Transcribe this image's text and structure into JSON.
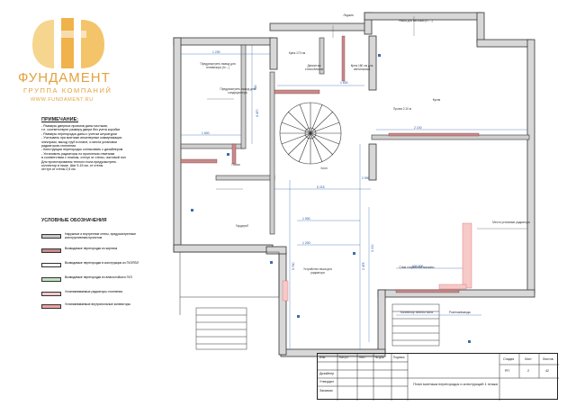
{
  "logo": {
    "name": "ФУНДАМЕНТ",
    "subtitle": "ГРУППА КОМПАНИЙ",
    "site": "WWW.FUNDAMENT.RU",
    "colors": {
      "primary": "#f0a93a",
      "secondary": "#f6cf7c",
      "text": "#e3a23c"
    }
  },
  "notes": {
    "title": "ПРИМЕЧАНИЕ:",
    "lines": [
      "- Размеры дверных проемов даны чистыми,",
      "т.е. соответствуют размеру двери без учета коробки",
      "- Размеры перегородок даны с учетом штукатурки",
      "- Учитывать при монтаже инженерные коммуникации",
      "электрики, выход труб в плане, и места установки",
      "радиаторов отопления",
      "- Конструкции перегородок согласовать с дизайнером",
      "- Установить радиаторы по проектным отметкам",
      "в соответствии с планом, отступ от стены, чистовой пол",
      "Для проектирования теплого пола предусмотреть",
      "коллектор в нише. Шаг 5-15 см. от стены",
      "отступ от стены 2,5 см"
    ]
  },
  "legend": {
    "title": "УСЛОВНЫЕ ОБОЗНАЧЕНИЯ",
    "items": [
      {
        "text": "Наружные и внутренние стены, предусмотренные конструктивным проектом",
        "color": "#c8c8c8"
      },
      {
        "text": "Возводимые перегородки из кирпича",
        "color": "#c98a8a"
      },
      {
        "text": "Возводимые перегородки в конструкции из ГКЛ/ГВЛ",
        "color": "#f3f3f3"
      },
      {
        "text": "Возводимые перегородки из влагостойкого ГКЛ",
        "color": "#bfe3bf"
      },
      {
        "text": "Устанавливаемые радиаторы отопления",
        "color": "#f7c9c9"
      },
      {
        "text": "Устанавливаемые внутрипольные конвекторы",
        "color": "#f0a0a0"
      }
    ]
  },
  "plan_labels": [
    "Предусмотреть вывод для телевизора (h=...)",
    "Предусмотреть вывод для кондиционера",
    "Крюк 170 см",
    "Демонтаж стеклоблоков",
    "Крюк 180 см для светильника",
    "Лоджия",
    "Холл",
    "Ниша для вытяжки (h=...)",
    "Кухня",
    "Полки",
    "Гардероб",
    "Проем 2.10 м",
    "Место установки радиатора",
    "Слив стиральной машины",
    "Устройство ниши для радиатора",
    "Коллектор теплого пола",
    "Розетка/выводы"
  ],
  "dims": [
    "1 230",
    "1 600",
    "2 100",
    "5 215",
    "2 990",
    "1 900",
    "1 200",
    "1 630",
    "980",
    "2 475",
    "3 000",
    "630 500",
    "4 470",
    "5 740"
  ],
  "title_block": {
    "headers": [
      "Изм.",
      "Кол.уч",
      "Лист",
      "№ док.",
      "Подпись",
      "Дата"
    ],
    "row_labels": [
      "Дизайнер",
      "Утвердил",
      "Заказчик"
    ],
    "stage_label": "Стадия",
    "sheet_label": "Лист",
    "sheets_label": "Листов",
    "stage": "РП",
    "sheet": "2",
    "sheets": "42",
    "title": "План монтажа перегородок и конструкций 1 этажа"
  }
}
